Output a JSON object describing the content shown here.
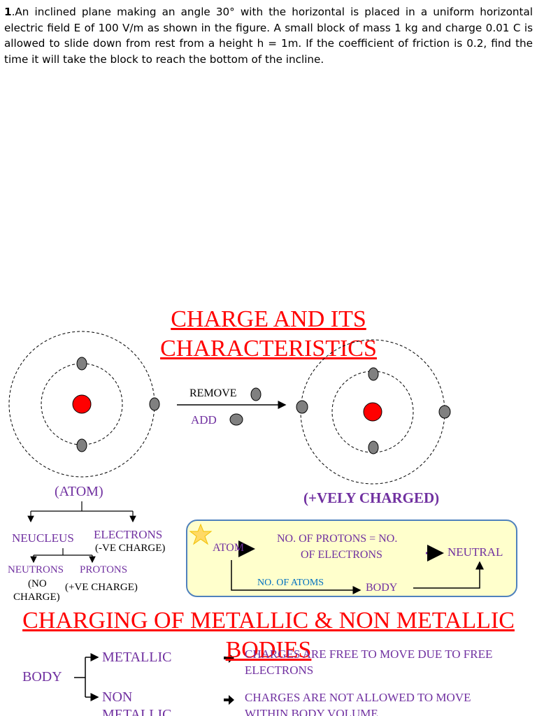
{
  "problem": {
    "number": "1",
    "text": ".An inclined plane making an angle 30° with the horizontal is placed in a uniform horizontal electric field E of 100 V/m as shown in the figure. A small block of mass 1 kg and charge 0.01 C is allowed to slide down from rest from a height h = 1m. If the coefficient of friction is 0.2, find the time it will take the block to reach the bottom of the incline."
  },
  "slide1": {
    "title_line1": "CHARGE AND ITS",
    "title_line2": "CHARACTERISTICS",
    "remove_label": "REMOVE",
    "add_label": "ADD",
    "atom_caption": "(ATOM)",
    "charged_caption": "(+VELY CHARGED)",
    "nucleus": "NEUCLEUS",
    "electrons": "ELECTRONS",
    "electrons_charge": "(-VE CHARGE)",
    "neutrons": "NEUTRONS",
    "protons": "PROTONS",
    "neutrons_charge_line1": "(NO",
    "neutrons_charge_line2": "CHARGE)",
    "protons_charge": "(+VE CHARGE)",
    "callout": {
      "atom": "ATOM",
      "condition_line1": "NO. OF PROTONS = NO.",
      "condition_line2": "OF ELECTRONS",
      "neutral": "NEUTRAL",
      "no_of_atoms": "NO. OF ATOMS",
      "body": "BODY"
    },
    "colors": {
      "title": "#ff0000",
      "text": "#7030a0",
      "nucleus": "#ff0000",
      "electron": "#808080"
    }
  },
  "slide2": {
    "title": "CHARGING OF METALLIC & NON METALLIC BODIES",
    "title_line1": "CHARGING OF METALLIC & NON METALLIC",
    "title_line2": "BODIES",
    "body": "BODY",
    "metallic": "METALLIC",
    "non_metallic": "NON METALLIC",
    "non_metallic_line1": "NON",
    "non_metallic_line2": "METALLIC",
    "bullet1_line1": "CHARGES ARE FREE TO MOVE DUE TO FREE",
    "bullet1_line2": "ELECTRONS",
    "bullet2_line1": "CHARGES ARE NOT ALLOWED TO MOVE",
    "bullet2_line2": "WITHIN BODY VOLUME"
  }
}
